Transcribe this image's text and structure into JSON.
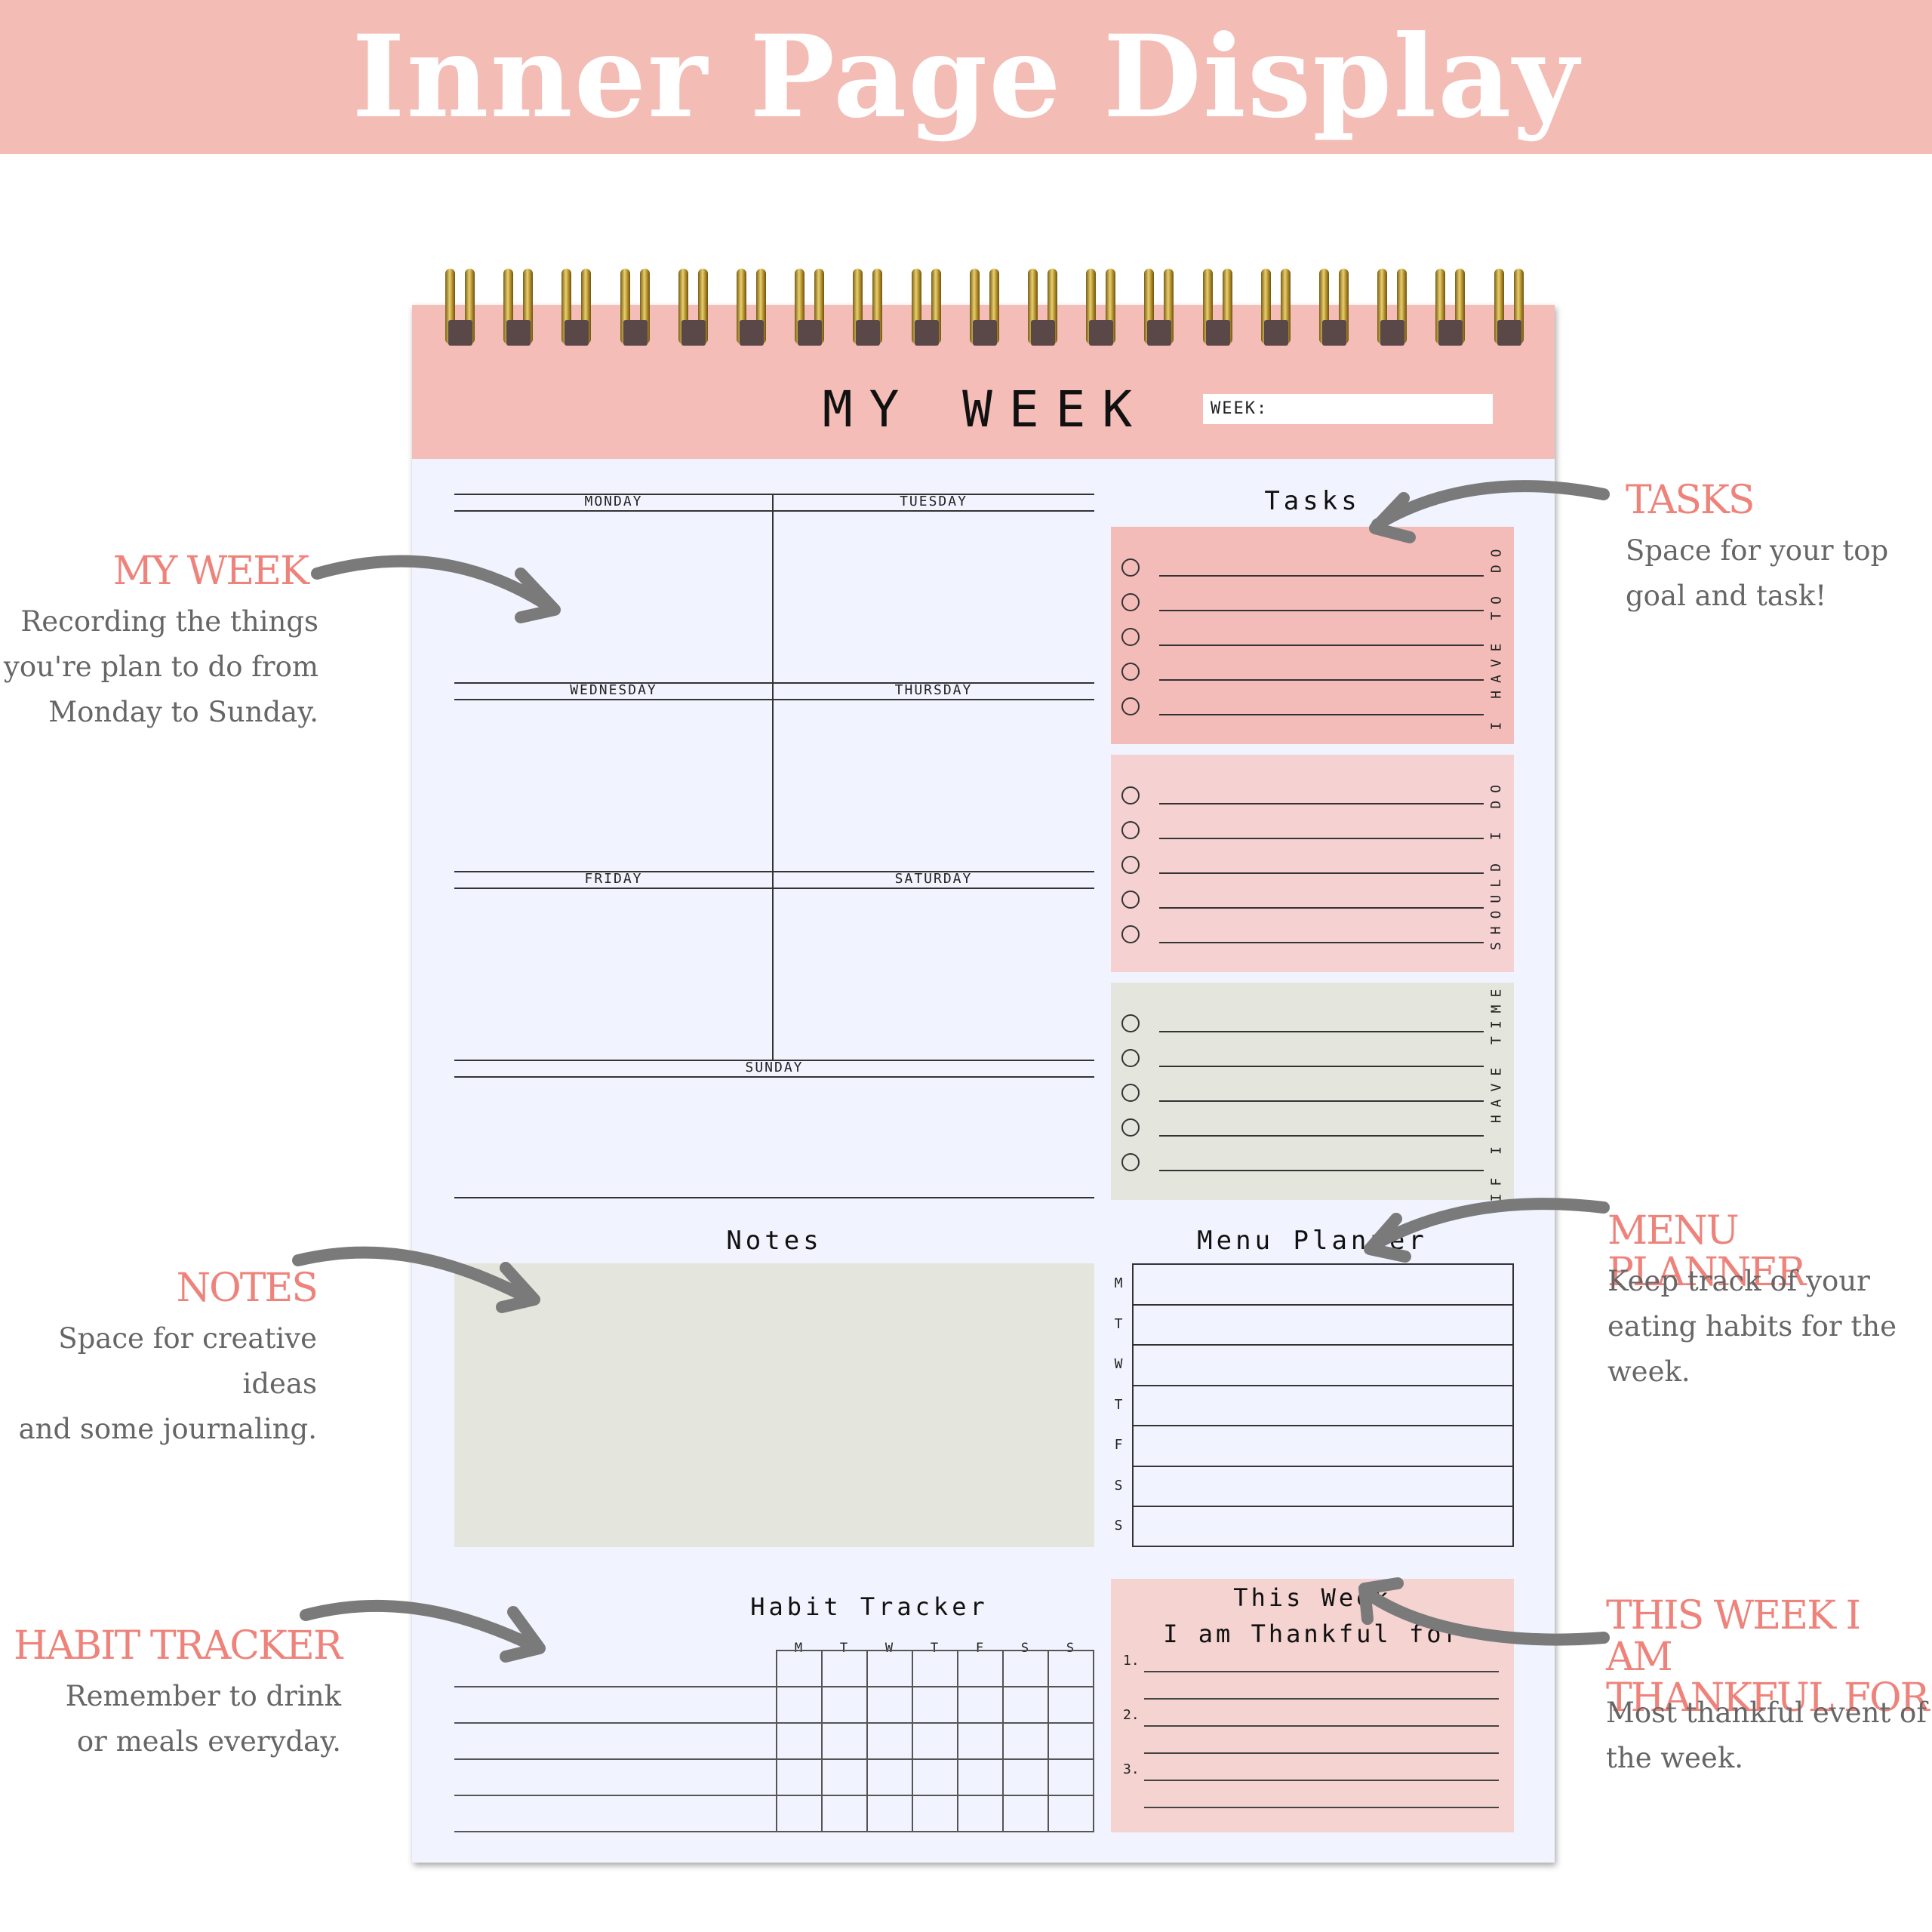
{
  "banner": {
    "title": "Inner Page Display"
  },
  "planner": {
    "title": "MY WEEK",
    "week_label": "WEEK:",
    "days": [
      "Monday",
      "Tuesday",
      "Wednesday",
      "Thursday",
      "Friday",
      "Saturday",
      "Sunday"
    ],
    "tasks_title": "Tasks",
    "task_groups": [
      {
        "label": "I have to do",
        "color": "#f4bcb9"
      },
      {
        "label": "Should I do",
        "color": "#f5d2d1"
      },
      {
        "label": "If I have time",
        "color": "#e4e5dd"
      }
    ],
    "notes_title": "Notes",
    "menu_title": "Menu Planner",
    "menu_days": [
      "M",
      "T",
      "W",
      "T",
      "F",
      "S",
      "S"
    ],
    "habit_title": "Habit Tracker",
    "habit_days": [
      "M",
      "T",
      "W",
      "T",
      "F",
      "S",
      "S"
    ],
    "thankful_title_1": "This Week",
    "thankful_title_2": "I am Thankful for",
    "thankful_numbers": [
      "1.",
      "2.",
      "3."
    ]
  },
  "annotations": {
    "my_week": {
      "title": "MY WEEK",
      "lines": [
        "Recording the things",
        "you're plan to do from",
        "Monday to Sunday."
      ]
    },
    "notes": {
      "title": "NOTES",
      "lines": [
        "Space for creative ideas",
        "and some journaling."
      ]
    },
    "habit": {
      "title": "HABIT TRACKER",
      "lines": [
        "Remember to drink",
        "or meals everyday."
      ]
    },
    "tasks": {
      "title": "TASKS",
      "lines": [
        "Space for your top",
        "goal and task!"
      ]
    },
    "menu": {
      "title": "MENU PLANNER",
      "lines": [
        "Keep track of your",
        "eating habits for the",
        "week."
      ]
    },
    "thankful": {
      "title_1": "THIS WEEK I AM",
      "title_2": "THANKFUL FOR",
      "lines": [
        "Most thankful event of",
        "the week."
      ]
    }
  },
  "colors": {
    "banner": "#f3bcb5",
    "accent": "#ee837b",
    "page": "#f1f4fe",
    "arrow": "#7a7a7a"
  }
}
